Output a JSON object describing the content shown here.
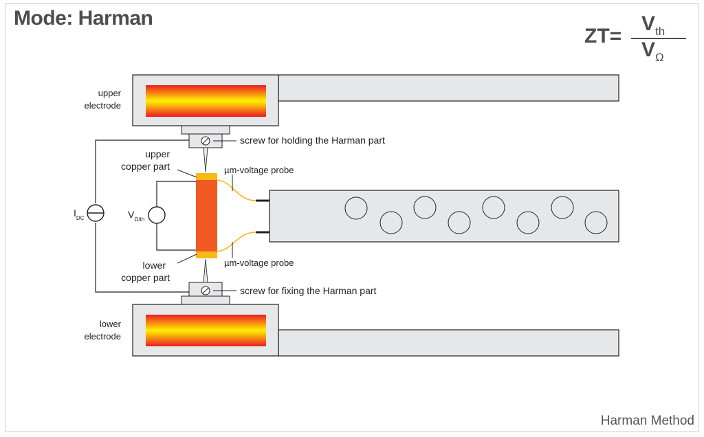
{
  "title": "Mode: Harman",
  "formula": {
    "lhs": "ZT=",
    "num_main": "V",
    "num_sub": "th",
    "den_main": "V",
    "den_sub": "Ω"
  },
  "labels": {
    "upper_electrode_1": "upper",
    "upper_electrode_2": "electrode",
    "lower_electrode_1": "lower",
    "lower_electrode_2": "electrode",
    "upper_copper_1": "upper",
    "upper_copper_2": "copper part",
    "lower_copper_1": "lower",
    "lower_copper_2": "copper part",
    "screw_upper": "screw for holding the Harman part",
    "screw_lower": "screw for fixing the Harman part",
    "probe_upper": "µm-voltage probe",
    "probe_lower": "µm-voltage probe",
    "idc_main": "I",
    "idc_sub": "DC",
    "v_main": "V",
    "v_sub": "Ω/th"
  },
  "caption": "Harman Method",
  "colors": {
    "sample": "#f05a22",
    "copper": "#fbb917",
    "gray_fill": "#e6e7e8",
    "outline": "#231f20"
  }
}
